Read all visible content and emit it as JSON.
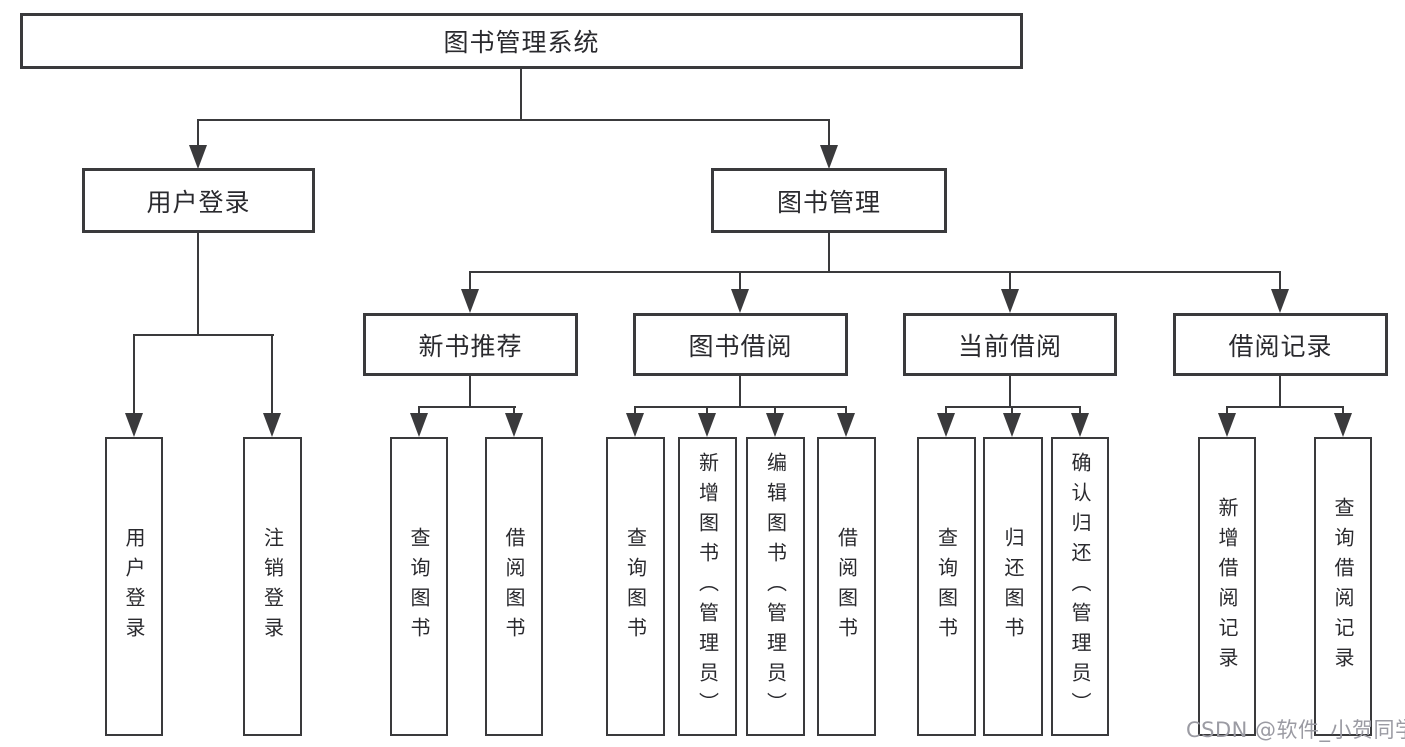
{
  "tree": {
    "label": "图书管理系统",
    "children": [
      {
        "label": "用户登录",
        "children": [
          {
            "label": "用户登录"
          },
          {
            "label": "注销登录"
          }
        ]
      },
      {
        "label": "图书管理",
        "children": [
          {
            "label": "新书推荐",
            "children": [
              {
                "label": "查询图书"
              },
              {
                "label": "借阅图书"
              }
            ]
          },
          {
            "label": "图书借阅",
            "children": [
              {
                "label": "查询图书"
              },
              {
                "label": "新增图书（管理员）"
              },
              {
                "label": "编辑图书（管理员）"
              },
              {
                "label": "借阅图书"
              }
            ]
          },
          {
            "label": "当前借阅",
            "children": [
              {
                "label": "查询图书"
              },
              {
                "label": "归还图书"
              },
              {
                "label": "确认归还（管理员）"
              }
            ]
          },
          {
            "label": "借阅记录",
            "children": [
              {
                "label": "新增借阅记录"
              },
              {
                "label": "查询借阅记录"
              }
            ]
          }
        ]
      }
    ]
  },
  "watermark": {
    "text": "CSDN @软件_小贺同学"
  },
  "colors": {
    "line": "#3a3a3c",
    "text": "#2a2a2e",
    "watermark": "#9b9ba3",
    "background": "#ffffff"
  }
}
